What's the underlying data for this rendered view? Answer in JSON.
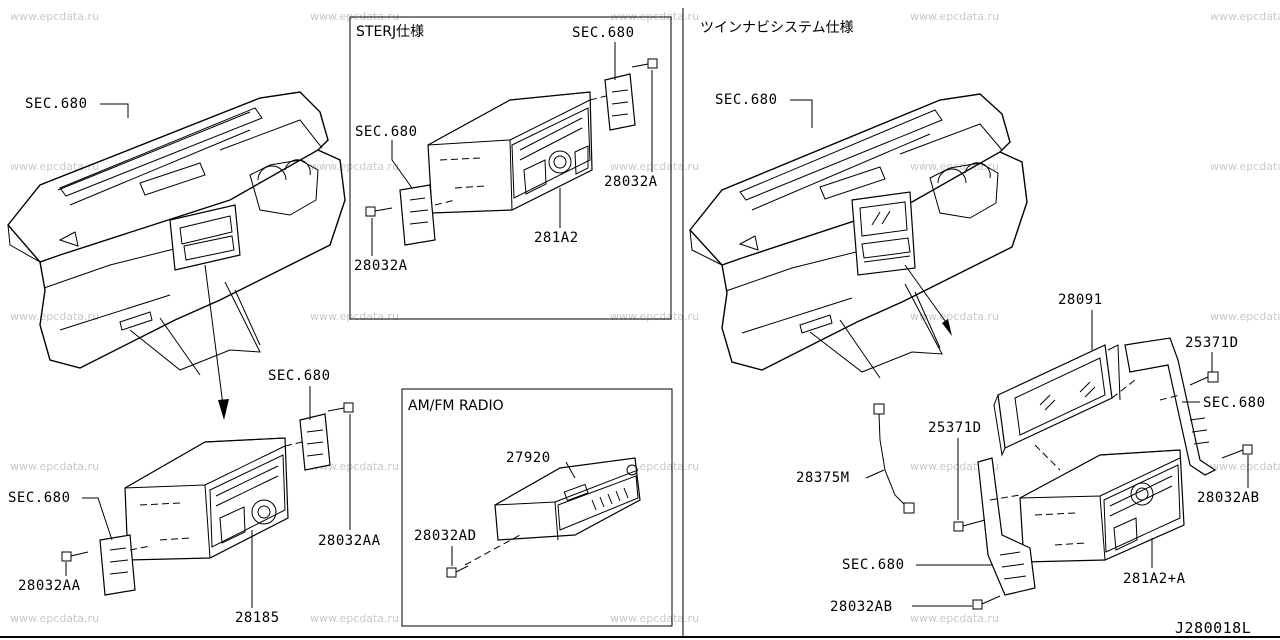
{
  "watermark": "www.epcdata.ru",
  "boxes": {
    "sterj": "STERJ仕様",
    "amfm": "AM/FM RADIO",
    "twin": "ツインナビシステム仕様"
  },
  "labels": {
    "sec680_dash_left": "SEC.680",
    "sec680_sterj_top": "SEC.680",
    "sec680_sterj_left": "SEC.680",
    "p28032A_right": "28032A",
    "p28032A_left": "28032A",
    "p281A2": "281A2",
    "sec680_mid": "SEC.680",
    "sec680_low_left": "SEC.680",
    "p28032AA_right": "28032AA",
    "p28032AA_left": "28032AA",
    "p28185": "28185",
    "p27920": "27920",
    "p28032AD": "28032AD",
    "sec680_dash_right": "SEC.680",
    "p28091": "28091",
    "p25371D_top": "25371D",
    "p25371D_mid": "25371D",
    "sec680_right_bracket": "SEC.680",
    "p28375M": "28375M",
    "p28032AB_right": "28032AB",
    "sec680_right_low": "SEC.680",
    "p281A2A": "281A2+A",
    "p28032AB_bottom": "28032AB"
  },
  "diagram_id": "J280018L"
}
